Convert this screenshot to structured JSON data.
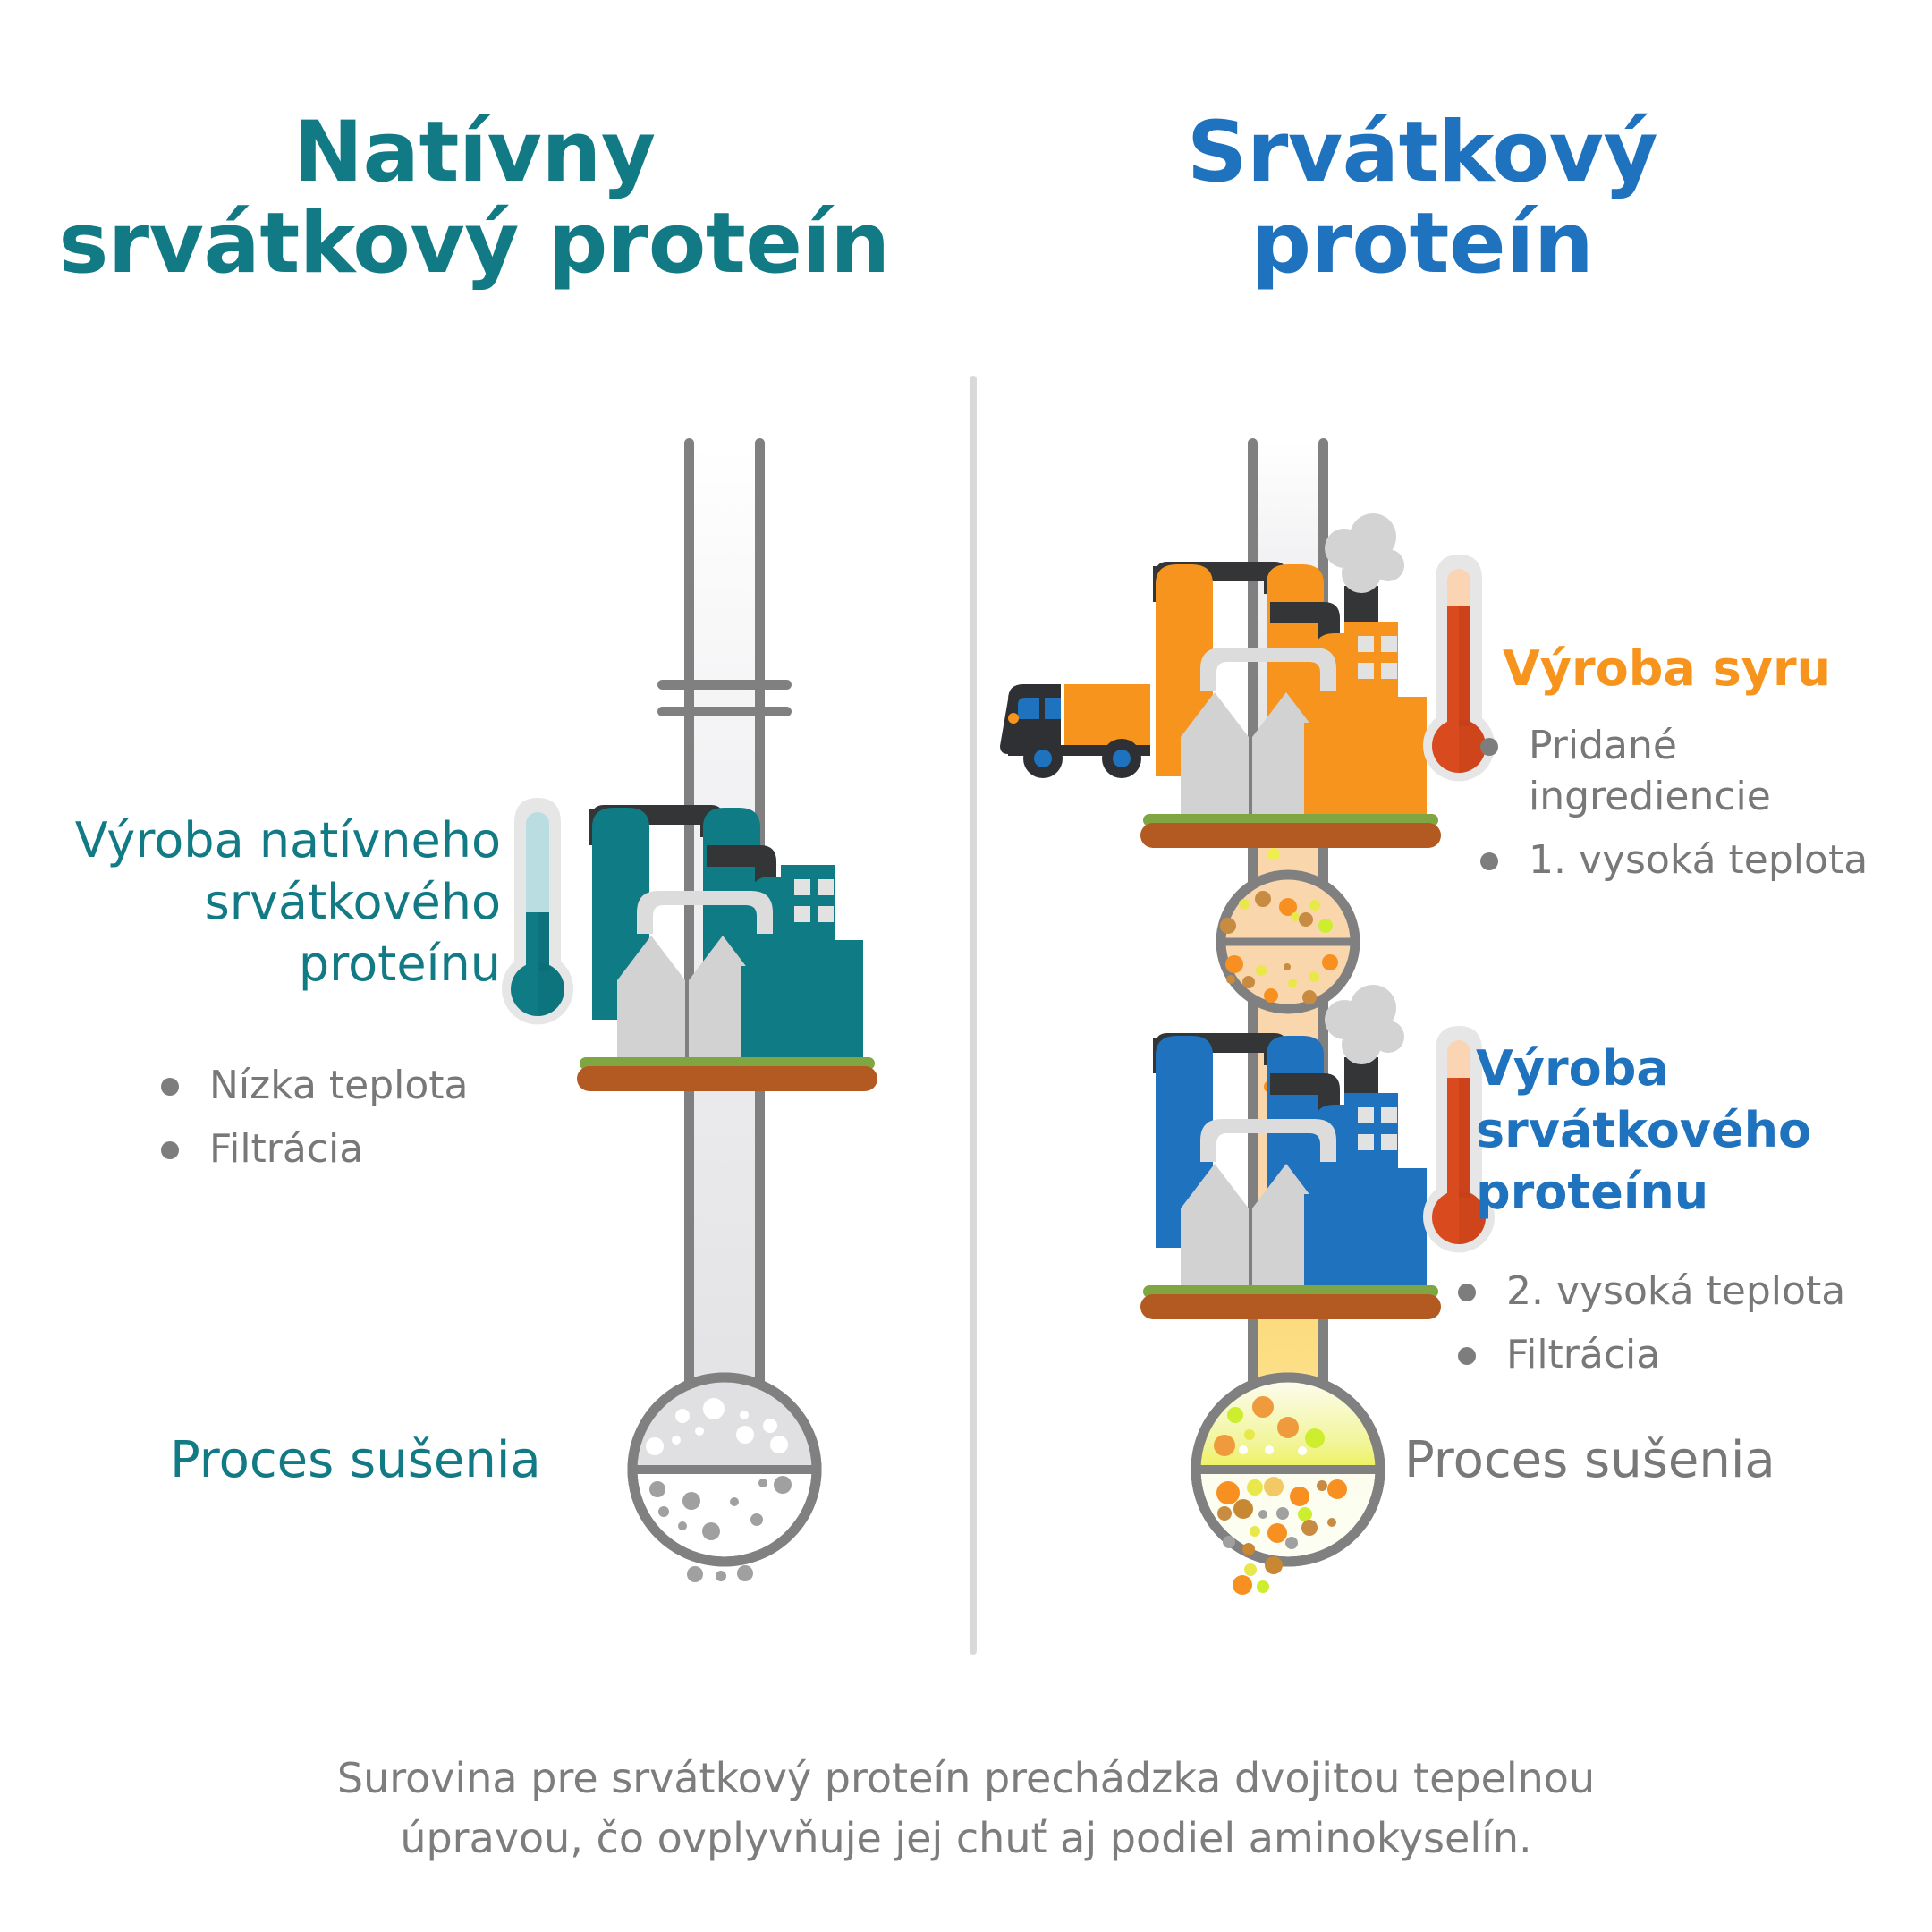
{
  "titles": {
    "left": "Natívny srvátkový proteín",
    "right": "Srvátkový proteín"
  },
  "colors": {
    "teal": "#127a85",
    "blue": "#1f72bd",
    "orange": "#f7941d",
    "gray_text": "#787878",
    "red_mercury": "#d94a1f",
    "ground_brown": "#b35a22",
    "grass_green": "#7fa642"
  },
  "left": {
    "heading": "Výroba natívneho srvátkového proteínu",
    "bullets": [
      "Nízka teplota",
      "Filtrácia"
    ],
    "drying_label": "Proces sušenia",
    "thermometer": {
      "icon": "thermometer-icon",
      "fill_pct": 42,
      "fill_color": "#127a85"
    }
  },
  "right": {
    "step1": {
      "heading": "Výroba syru",
      "bullets": [
        "Pridané ingrediencie",
        "1. vysoká teplota"
      ],
      "thermometer": {
        "icon": "thermometer-icon",
        "fill_pct": 88,
        "fill_color": "#d94a1f"
      }
    },
    "step2": {
      "heading": "Výroba srvátkového proteínu",
      "bullets": [
        "2. vysoká teplota",
        "Filtrácia"
      ],
      "thermometer": {
        "icon": "thermometer-icon",
        "fill_pct": 88,
        "fill_color": "#d94a1f"
      }
    },
    "drying_label": "Proces sušenia"
  },
  "caption": "Surovina pre srvátkový proteín prechádzka dvojitou tepelnou úpravou, čo ovplyvňuje jej chuť aj podiel aminokyselín.",
  "icons": {
    "factory_left": "factory-icon",
    "factory_orange": "factory-icon",
    "factory_blue": "factory-icon",
    "truck": "truck-icon",
    "sphere_left": "drying-sphere-icon",
    "sphere_right": "drying-sphere-icon",
    "sphere_middle": "separator-sphere-icon",
    "smoke": "smoke-icon"
  }
}
